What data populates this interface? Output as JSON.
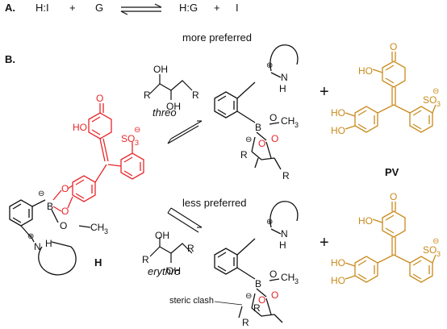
{
  "panel_a": {
    "label": "A.",
    "equation_left": "H:I",
    "plus1": "+",
    "guest": "G",
    "equation_right": "H:G",
    "plus2": "+",
    "indicator": "I"
  },
  "panel_b": {
    "label": "B.",
    "host_label": "H",
    "pv_label": "PV",
    "threo_label": "threo",
    "erythro_label": "erythro",
    "more_preferred": "more preferred",
    "less_preferred": "less preferred",
    "steric_clash": "steric clash",
    "plus_top": "+",
    "plus_bottom": "+"
  },
  "atoms": {
    "O": "O",
    "OH": "OH",
    "HO": "HO",
    "R": "R",
    "H": "H",
    "N": "N",
    "B": "B",
    "CH3": "CH",
    "sub3": "3",
    "SO3": "SO",
    "plus": "⊕",
    "minus": "⊖"
  },
  "colors": {
    "red": "#e8262a",
    "gold": "#c98a1b",
    "black": "#111111"
  }
}
